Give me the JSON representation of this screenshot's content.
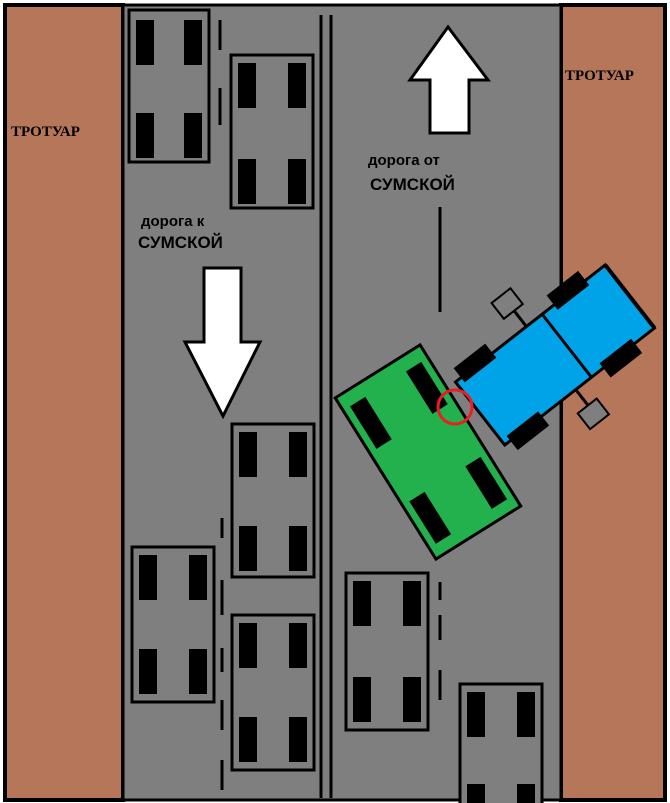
{
  "labels": {
    "sidewalk_left": "ТРОТУАР",
    "sidewalk_right": "ТРОТУАР",
    "road_to_line1": "дорога к",
    "road_to_line2": "СУМСКОЙ",
    "road_from_line1": "дорога от",
    "road_from_line2": "СУМСКОЙ"
  },
  "colors": {
    "sidewalk": "#b5765a",
    "road": "#7f7f7f",
    "car_body": "#7f7f7f",
    "wheel": "#000000",
    "green_car": "#22b14c",
    "blue_truck": "#00a2e8",
    "collision_marker": "#ed1c24"
  },
  "icons": {
    "arrow_down": "arrow-down-icon",
    "arrow_up": "arrow-up-icon",
    "collision": "red-circle-icon"
  }
}
